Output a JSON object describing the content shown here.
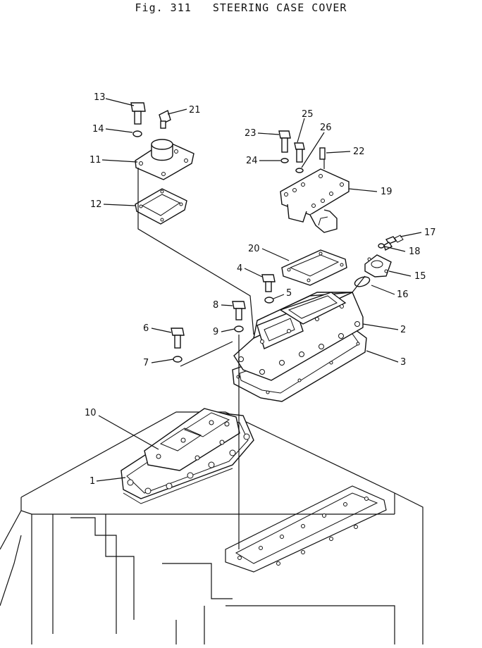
{
  "title": "Fig. 311   STEERING CASE COVER",
  "callouts": [
    {
      "id": "1",
      "text": "1"
    },
    {
      "id": "2",
      "text": "2"
    },
    {
      "id": "3",
      "text": "3"
    },
    {
      "id": "4",
      "text": "4"
    },
    {
      "id": "5",
      "text": "5"
    },
    {
      "id": "6",
      "text": "6"
    },
    {
      "id": "7",
      "text": "7"
    },
    {
      "id": "8",
      "text": "8"
    },
    {
      "id": "9",
      "text": "9"
    },
    {
      "id": "10",
      "text": "10"
    },
    {
      "id": "11",
      "text": "11"
    },
    {
      "id": "12",
      "text": "12"
    },
    {
      "id": "13",
      "text": "13"
    },
    {
      "id": "14",
      "text": "14"
    },
    {
      "id": "15",
      "text": "15"
    },
    {
      "id": "16",
      "text": "16"
    },
    {
      "id": "17",
      "text": "17"
    },
    {
      "id": "18",
      "text": "18"
    },
    {
      "id": "19",
      "text": "19"
    },
    {
      "id": "20",
      "text": "20"
    },
    {
      "id": "21",
      "text": "21"
    },
    {
      "id": "22",
      "text": "22"
    },
    {
      "id": "23",
      "text": "23"
    },
    {
      "id": "24",
      "text": "24"
    },
    {
      "id": "25",
      "text": "25"
    },
    {
      "id": "26",
      "text": "26"
    }
  ]
}
